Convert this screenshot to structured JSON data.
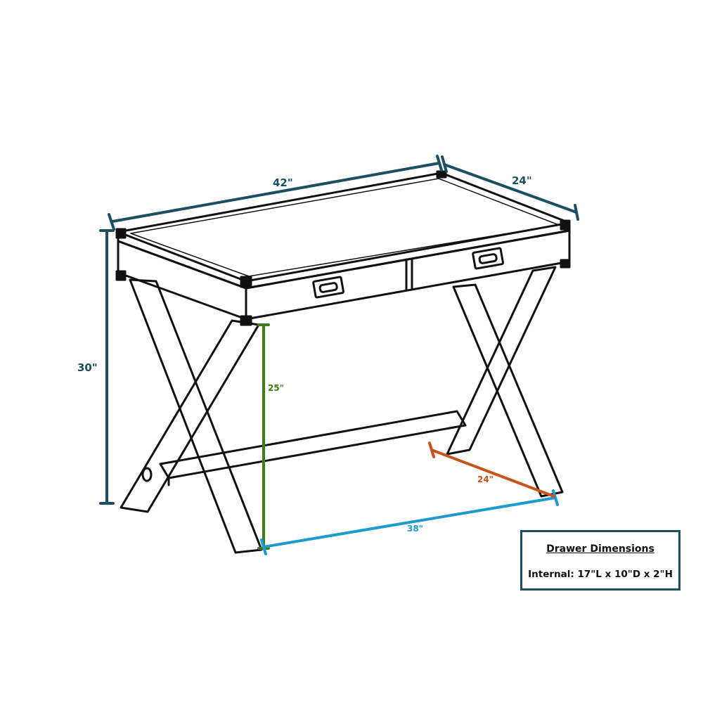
{
  "dimensions": {
    "width": "42\"",
    "depth": "24\"",
    "height": "30\"",
    "leg_clearance": "25\"",
    "floor_span": "38\"",
    "base_depth": "24\""
  },
  "colors": {
    "outline": "#111111",
    "navy_dimension": "#1d4f63",
    "green_dimension": "#3f7a1c",
    "blue_dimension": "#1e9acb",
    "orange_dimension": "#c9531a"
  },
  "drawer_info": {
    "title": "Drawer Dimensions",
    "internal": "Internal: 17\"L x 10\"D x 2\"H"
  }
}
